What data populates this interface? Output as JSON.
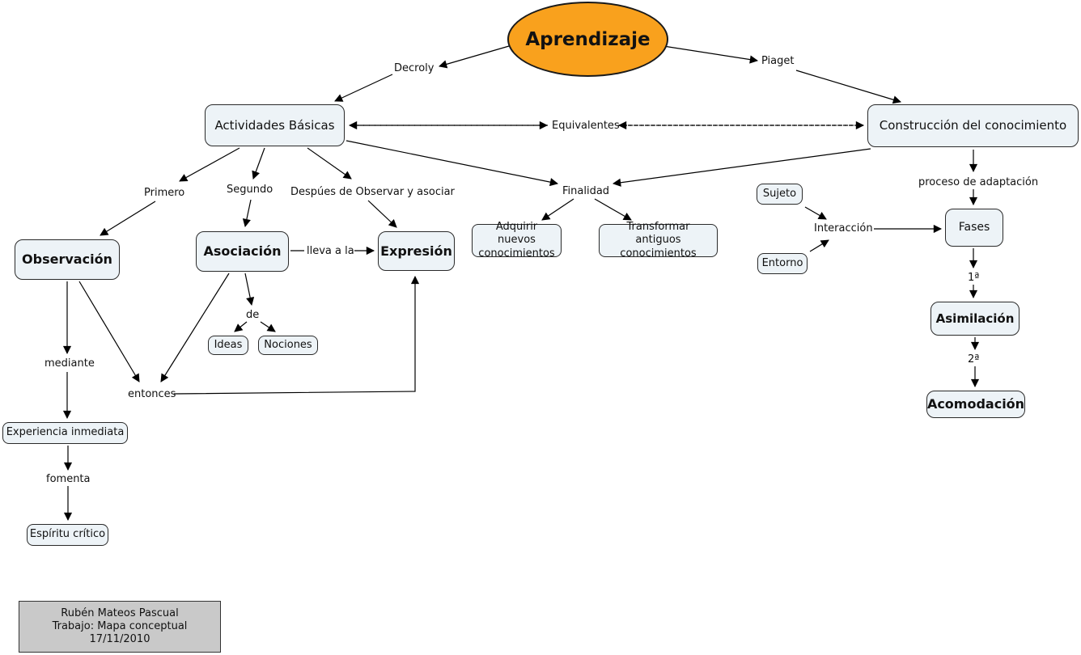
{
  "colors": {
    "background": "#ffffff",
    "root_fill": "#F9A11D",
    "node_fill": "#EDF3F7",
    "node_border": "#2a2a2a",
    "credits_fill": "#C9C9C9",
    "line": "#000000"
  },
  "root": {
    "label": "Aprendizaje"
  },
  "nodes": {
    "actividades": {
      "label": "Actividades Básicas"
    },
    "construccion": {
      "label": "Construcción del conocimiento"
    },
    "observacion": {
      "label": "Observación"
    },
    "asociacion": {
      "label": "Asociación"
    },
    "expresion": {
      "label": "Expresión"
    },
    "adquirir": {
      "label": "Adquirir nuevos conocimientos"
    },
    "transformar": {
      "label": "Transformar antiguos conocimientos"
    },
    "ideas": {
      "label": "Ideas"
    },
    "nociones": {
      "label": "Nociones"
    },
    "experiencia": {
      "label": "Experiencia inmediata"
    },
    "espiritu": {
      "label": "Espíritu crítico"
    },
    "sujeto": {
      "label": "Sujeto"
    },
    "entorno": {
      "label": "Entorno"
    },
    "fases": {
      "label": "Fases"
    },
    "asimilacion": {
      "label": "Asimilación"
    },
    "acomodacion": {
      "label": "Acomodación"
    }
  },
  "links": {
    "decroly": "Decroly",
    "piaget": "Piaget",
    "equivalentes": "Equivalentes",
    "primero": "Primero",
    "segundo": "Segundo",
    "despues": "Despúes de Observar y asociar",
    "finalidad": "Finalidad",
    "lleva_a_la": "lleva a la",
    "de": "de",
    "mediante": "mediante",
    "entonces": "entonces",
    "fomenta": "fomenta",
    "interaccion": "Interacción",
    "proceso": "proceso de adaptación",
    "fase1": "1ª",
    "fase2": "2ª"
  },
  "credits": {
    "author": "Rubén Mateos Pascual",
    "work": "Trabajo: Mapa conceptual",
    "date": "17/11/2010"
  }
}
